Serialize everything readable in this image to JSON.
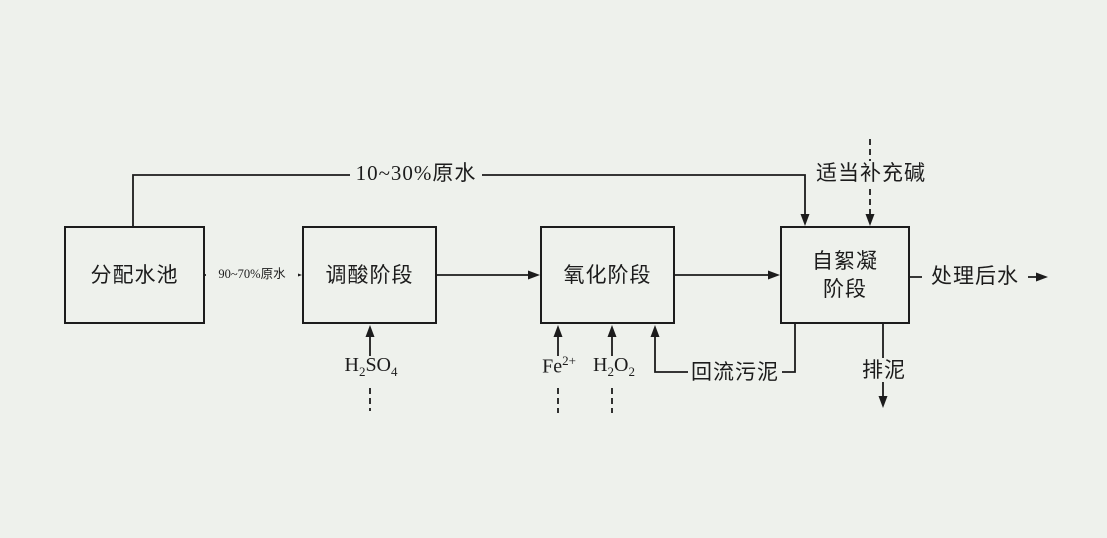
{
  "colors": {
    "background": "#eef1ec",
    "ink": "#1c1c1c"
  },
  "boxes": {
    "distribution_pool": "分配水池",
    "acid_adjust_stage": "调酸阶段",
    "oxidation_stage": "氧化阶段",
    "flocculation_stage_line1": "自絮凝",
    "flocculation_stage_line2": "阶段"
  },
  "labels": {
    "bypass_raw_water": "10~30%原水",
    "main_raw_water": "90~70%原水",
    "alkali_supplement": "适当补充碱",
    "treated_water": "处理后水",
    "return_sludge": "回流污泥",
    "sludge_discharge": "排泥",
    "h2so4": {
      "b1": "H",
      "s1": "2",
      "b2": "SO",
      "s2": "4"
    },
    "fe2plus": {
      "b1": "Fe",
      "sup1": "2+"
    },
    "h2o2": {
      "b1": "H",
      "s1": "2",
      "b2": "O",
      "s2": "2"
    }
  }
}
